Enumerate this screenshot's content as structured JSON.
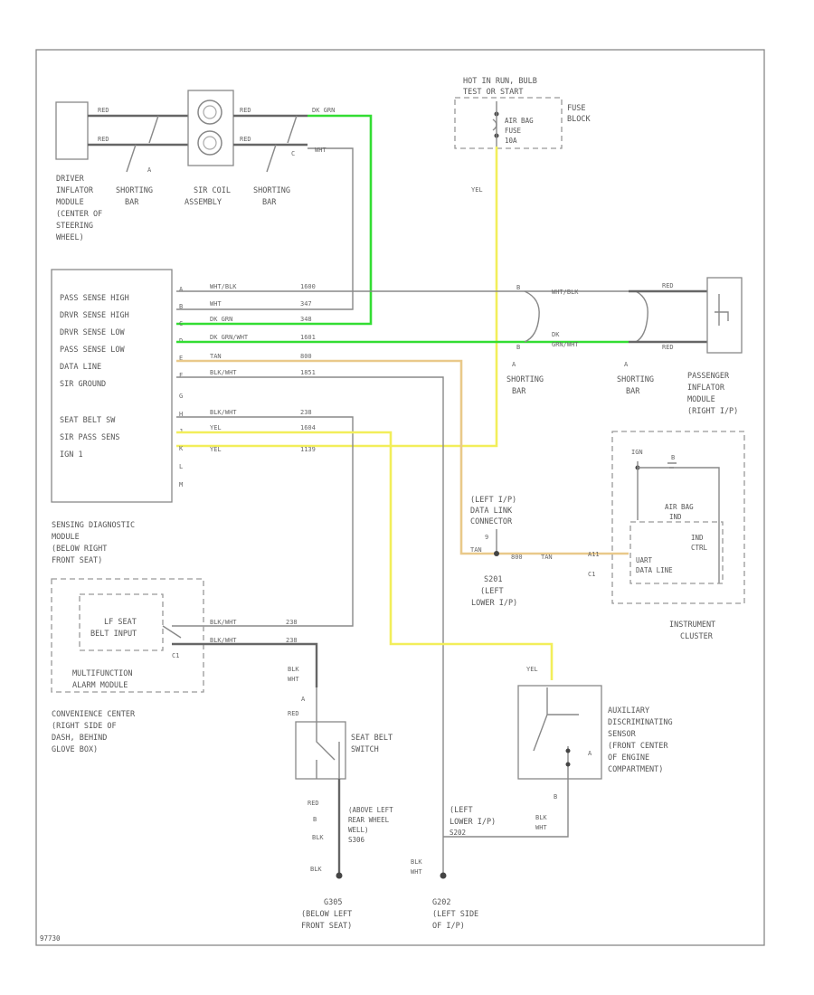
{
  "colors": {
    "green": "#33dd33",
    "yellow": "#f2ee5a",
    "tan": "#e9c98a",
    "gray": "#888888",
    "dark": "#555555"
  },
  "labels": {
    "driver_module": [
      "DRIVER",
      "INFLATOR",
      "MODULE",
      "(CENTER OF",
      "STEERING",
      "WHEEL)"
    ],
    "shorting_bar_1": [
      "SHORTING",
      "BAR"
    ],
    "sir_coil": [
      "SIR COIL",
      "ASSEMBLY"
    ],
    "shorting_bar_2": [
      "SHORTING",
      "BAR"
    ],
    "hot_note": [
      "HOT IN RUN, BULB",
      "TEST OR START"
    ],
    "fuse_name": [
      "AIR BAG",
      "FUSE",
      "10A"
    ],
    "fuse_block": [
      "FUSE",
      "BLOCK"
    ],
    "yel": "YEL",
    "sdm_pins": [
      "PASS SENSE HIGH",
      "DRVR SENSE HIGH",
      "DRVR SENSE LOW",
      "PASS SENSE LOW",
      "DATA LINE",
      "SIR GROUND",
      "",
      "SEAT BELT SW",
      "SIR PASS SENS",
      "IGN 1",
      "",
      ""
    ],
    "sdm_pin_numbers": [
      "A",
      "B",
      "C",
      "D",
      "E",
      "F",
      "G",
      "H",
      "J",
      "K",
      "L",
      "M"
    ],
    "sdm_label": [
      "SENSING DIAGNOSTIC",
      "MODULE",
      "(BELOW RIGHT",
      "FRONT SEAT)"
    ],
    "sdm_wire_colors": [
      "WHT/BLK",
      "WHT",
      "DK GRN",
      "DK GRN/WHT",
      "TAN",
      "BLK/WHT",
      "BLK/WHT",
      "YEL",
      "YEL"
    ],
    "sdm_circuits": [
      "1600",
      "347",
      "348",
      "1601",
      "800",
      "1851",
      "238",
      "1604",
      "1139"
    ],
    "shorting_bar_3": [
      "SHORTING",
      "BAR"
    ],
    "shorting_bar_4": [
      "SHORTING",
      "BAR"
    ],
    "pass_wire_colors": [
      "WHT/BLK",
      "DK GRN/WHT"
    ],
    "pass_module": [
      "PASSENGER",
      "INFLATOR",
      "MODULE",
      "(RIGHT I/P)"
    ],
    "dlc": [
      "(LEFT I/P)",
      "DATA LINK",
      "CONNECTOR"
    ],
    "dlc_pin": "9",
    "tan": "TAN",
    "splice_tan": "S201",
    "splice_tan_loc": [
      "S201",
      "(LEFT",
      "LOWER I/P)"
    ],
    "tan_circuit": "800",
    "tan_color": "TAN",
    "ic_pin": "A11",
    "ic_conn": "C1",
    "ic_labels": [
      "IGN",
      "AIR BAG",
      "IND",
      "UART",
      "CTRL",
      "DATA LINE"
    ],
    "ic_name": [
      "INSTRUMENT",
      "CLUSTER"
    ],
    "seatbelt_input": [
      "LF SEAT",
      "BELT INPUT"
    ],
    "seatbelt_wire_colors": [
      "BLK/WHT",
      "BLK/WHT"
    ],
    "seatbelt_circuits": [
      "238",
      "238"
    ],
    "c1": "C1",
    "multifunction": [
      "MULTIFUNCTION",
      "ALARM MODULE"
    ],
    "conv_center": [
      "CONVENIENCE CENTER",
      "(RIGHT SIDE OF",
      "DASH, BEHIND",
      "GLOVE BOX)"
    ],
    "blk_wht": [
      "BLK",
      "WHT"
    ],
    "seatbelt_pin_a": "A",
    "seatbelt_pin_red": "RED",
    "seatbelt_switch": [
      "SEAT BELT",
      "SWITCH"
    ],
    "wheel_well": [
      "(ABOVE LEFT",
      "REAR WHEEL",
      "WELL)",
      "S306"
    ],
    "blk_seq": [
      "RED",
      "B",
      "BLK",
      "BLK"
    ],
    "g305": [
      "G305",
      "(BELOW LEFT",
      "FRONT SEAT)"
    ],
    "g202": [
      "G202",
      "(LEFT SIDE",
      "OF I/P)"
    ],
    "blk_wht_2": [
      "BLK",
      "WHT"
    ],
    "s202": [
      "(LEFT",
      "LOWER I/P)",
      "S202"
    ],
    "aux_sensor": [
      "AUXILIARY",
      "DISCRIMINATING",
      "SENSOR",
      "(FRONT CENTER",
      "OF ENGINE",
      "COMPARTMENT)"
    ],
    "aux_pins": [
      "B",
      "A"
    ],
    "aux_blk_wht": [
      "BLK",
      "WHT"
    ],
    "yel_aux": "YEL",
    "footer": "97730"
  }
}
